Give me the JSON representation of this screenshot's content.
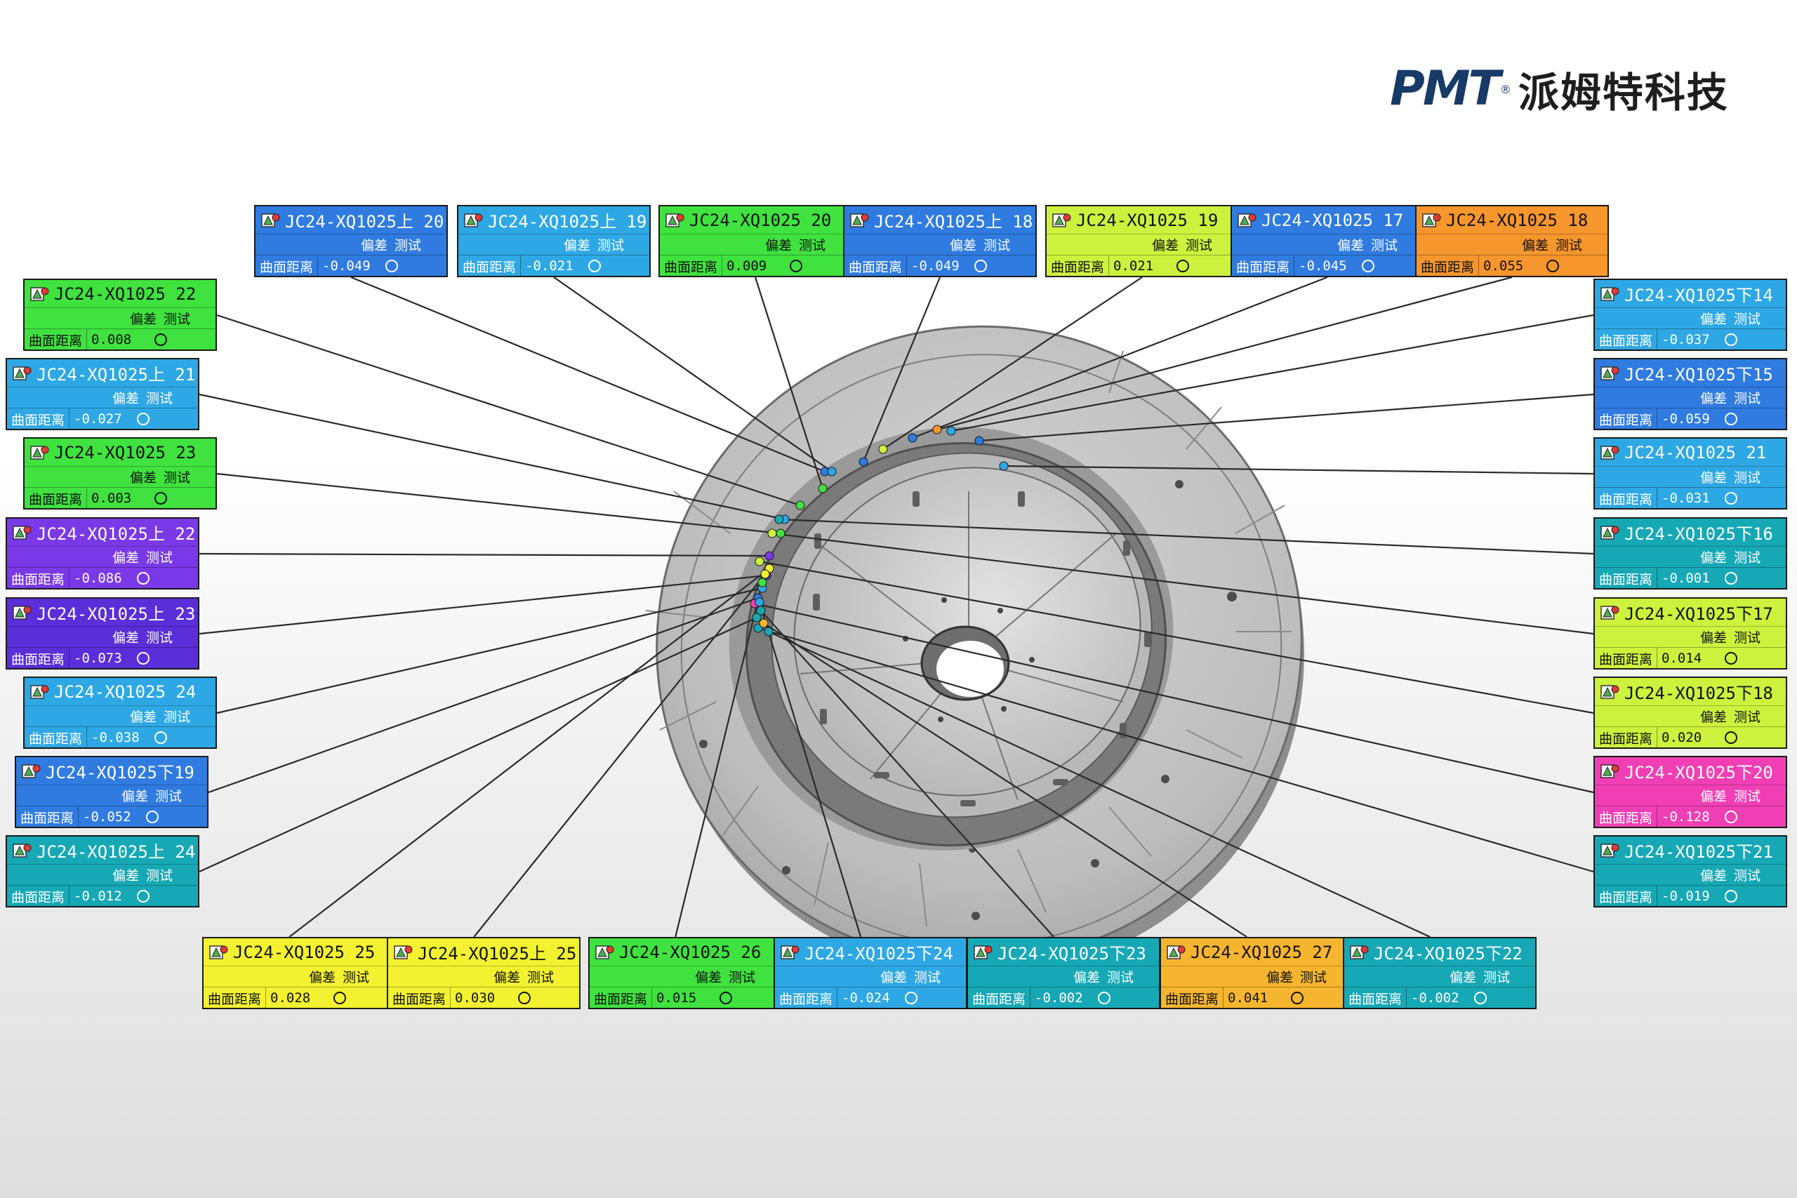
{
  "brand": {
    "logo_text": "PMT",
    "logo_reg": "®",
    "company": "派姆特科技"
  },
  "colors": {
    "blue": "#2f7be0",
    "skyblue": "#2ea8e4",
    "green": "#3fe23f",
    "lime": "#cdf23d",
    "yellow": "#f3f230",
    "orange": "#f6962d",
    "purple": "#7a39e6",
    "indigo": "#5a2ed8",
    "teal": "#17a8b6",
    "magenta": "#f03fb4",
    "goldorange": "#f6b52e"
  },
  "field_labels": {
    "deviation": "偏差",
    "test": "测试",
    "distance": "曲面距离"
  },
  "labels": [
    {
      "id": "JC24-XQ1025上 20",
      "value": "-0.049",
      "color": "blue"
    },
    {
      "id": "JC24-XQ1025上 19",
      "value": "-0.021",
      "color": "skyblue"
    },
    {
      "id": "JC24-XQ1025 20",
      "value": "0.009",
      "color": "green"
    },
    {
      "id": "JC24-XQ1025上 18",
      "value": "-0.049",
      "color": "blue"
    },
    {
      "id": "JC24-XQ1025 19",
      "value": "0.021",
      "color": "lime"
    },
    {
      "id": "JC24-XQ1025 17",
      "value": "-0.045",
      "color": "blue"
    },
    {
      "id": "JC24-XQ1025 18",
      "value": "0.055",
      "color": "orange"
    },
    {
      "id": "JC24-XQ1025 22",
      "value": "0.008",
      "color": "green"
    },
    {
      "id": "JC24-XQ1025上 21",
      "value": "-0.027",
      "color": "skyblue"
    },
    {
      "id": "JC24-XQ1025 23",
      "value": "0.003",
      "color": "green"
    },
    {
      "id": "JC24-XQ1025上 22",
      "value": "-0.086",
      "color": "purple"
    },
    {
      "id": "JC24-XQ1025上 23",
      "value": "-0.073",
      "color": "indigo"
    },
    {
      "id": "JC24-XQ1025 24",
      "value": "-0.038",
      "color": "skyblue"
    },
    {
      "id": "JC24-XQ1025下19",
      "value": "-0.052",
      "color": "blue"
    },
    {
      "id": "JC24-XQ1025上 24",
      "value": "-0.012",
      "color": "teal"
    },
    {
      "id": "JC24-XQ1025下14",
      "value": "-0.037",
      "color": "skyblue"
    },
    {
      "id": "JC24-XQ1025下15",
      "value": "-0.059",
      "color": "blue"
    },
    {
      "id": "JC24-XQ1025 21",
      "value": "-0.031",
      "color": "skyblue"
    },
    {
      "id": "JC24-XQ1025下16",
      "value": "-0.001",
      "color": "teal"
    },
    {
      "id": "JC24-XQ1025下17",
      "value": "0.014",
      "color": "lime"
    },
    {
      "id": "JC24-XQ1025下18",
      "value": "0.020",
      "color": "lime"
    },
    {
      "id": "JC24-XQ1025下20",
      "value": "-0.128",
      "color": "magenta"
    },
    {
      "id": "JC24-XQ1025下21",
      "value": "-0.019",
      "color": "teal"
    },
    {
      "id": "JC24-XQ1025 25",
      "value": "0.028",
      "color": "yellow"
    },
    {
      "id": "JC24-XQ1025上 25",
      "value": "0.030",
      "color": "yellow"
    },
    {
      "id": "JC24-XQ1025 26",
      "value": "0.015",
      "color": "green"
    },
    {
      "id": "JC24-XQ1025下24",
      "value": "-0.024",
      "color": "skyblue"
    },
    {
      "id": "JC24-XQ1025下23",
      "value": "-0.002",
      "color": "teal"
    },
    {
      "id": "JC24-XQ1025 27",
      "value": "0.041",
      "color": "goldorange"
    },
    {
      "id": "JC24-XQ1025下22",
      "value": "-0.002",
      "color": "teal"
    }
  ]
}
